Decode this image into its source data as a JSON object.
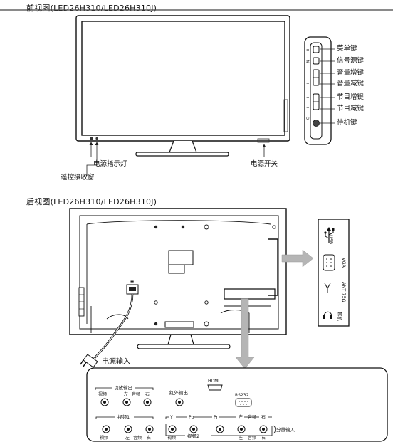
{
  "headers": {
    "front": "前视图(LED26H310/LED26H310J)",
    "rear": "后视图(LED26H310/LED26H310J)"
  },
  "front_labels": {
    "menu": "菜单键",
    "source": "信号源键",
    "vol_up": "音量增键",
    "vol_down": "音量减键",
    "ch_up": "节目增键",
    "ch_down": "节目减键",
    "standby": "待机键",
    "power_indicator": "电源指示灯",
    "remote_receiver": "遥控接收窗",
    "power_switch": "电源开关"
  },
  "rear_labels": {
    "power_input": "电源输入",
    "side_usb": "USB",
    "side_vga": "VGA",
    "side_ant": "ANT 75Ω",
    "side_earphone": "耳机"
  },
  "bottom_panel": {
    "amp_output": "功放输出",
    "video": "视频",
    "left": "左",
    "audio": "音频",
    "right": "右",
    "ir_output": "红外输出",
    "hdmi": "HDMI",
    "rs232": "RS232",
    "video1": "视频1",
    "video2": "视频2",
    "y": "Y",
    "pb": "Pb",
    "pr": "Pr",
    "component_input": "分量输入"
  }
}
